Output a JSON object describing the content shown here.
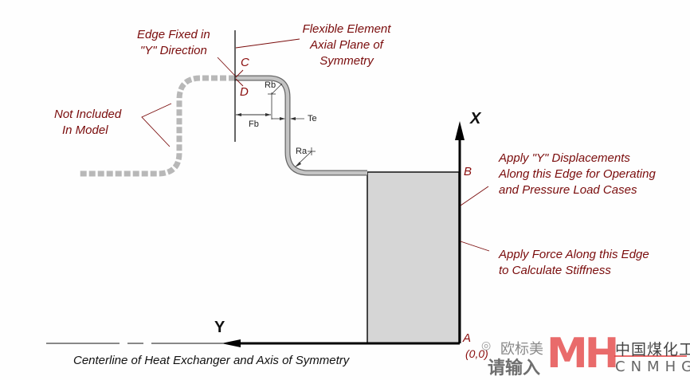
{
  "diagram": {
    "labels": {
      "edge_fixed": [
        "Edge Fixed in",
        "\"Y\" Direction"
      ],
      "flexible_element": [
        "Flexible Element",
        "Axial Plane of",
        "Symmetry"
      ],
      "not_included": [
        "Not Included",
        "In Model"
      ],
      "apply_displacements": [
        "Apply \"Y\" Displacements",
        "Along this Edge for Operating",
        "and Pressure Load Cases"
      ],
      "apply_force": [
        "Apply Force Along this Edge",
        "to Calculate Stiffness"
      ],
      "centerline": "Centerline of Heat Exchanger and Axis of Symmetry"
    },
    "points": {
      "a": "A",
      "a_coord": "(0,0)",
      "b": "B",
      "c": "C",
      "d": "D"
    },
    "dimensions": {
      "rb": "Rb",
      "ra": "Ra",
      "fb": "Fb",
      "te": "Te"
    },
    "axes": {
      "x": "X",
      "y": "Y"
    },
    "colors": {
      "annotation": "#7a0c0c",
      "tube": "#b8b8b8",
      "block": "#d6d6d6",
      "watermark_red": "#e23b3b"
    }
  },
  "watermark": {
    "wechat_name": "欧标美",
    "input_prompt": "请输入",
    "logo_letters": "MH",
    "logo_cn": "中国煤化工",
    "logo_en": "CNMHG"
  }
}
